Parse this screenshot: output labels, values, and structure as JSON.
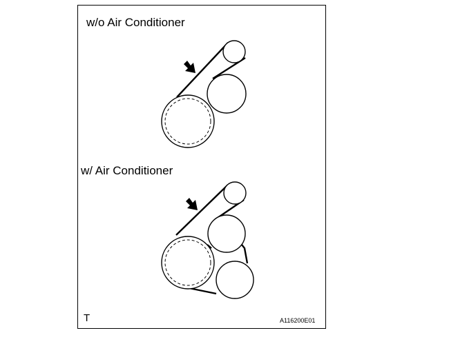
{
  "figure": {
    "title_no_ac": "w/o Air Conditioner",
    "title_ac": "w/ Air Conditioner",
    "corner_mark": "T",
    "figure_id": "A116200E01"
  },
  "icons": {
    "arrow": "bold-pointer-arrow-icon"
  }
}
